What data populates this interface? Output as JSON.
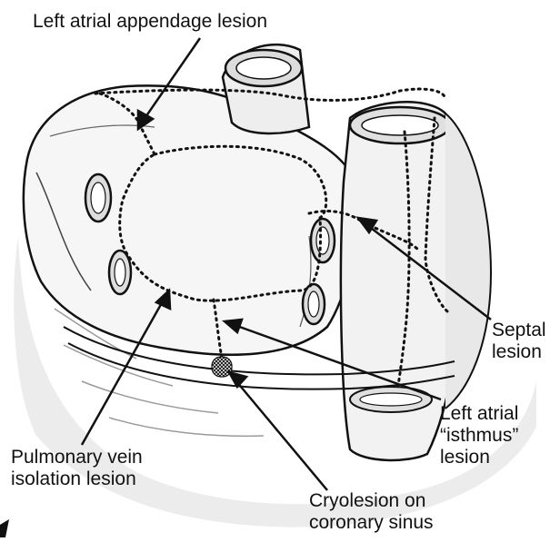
{
  "labels": {
    "left_atrial_appendage": {
      "lines": [
        "Left atrial appendage lesion"
      ]
    },
    "septal": {
      "lines": [
        "Septal",
        "lesion"
      ]
    },
    "left_atrial_isthmus": {
      "lines": [
        "Left atrial",
        "“isthmus”",
        "lesion"
      ]
    },
    "pulmonary_vein_isolation": {
      "lines": [
        "Pulmonary vein",
        "isolation lesion"
      ]
    },
    "cryolesion": {
      "lines": [
        "Cryolesion on",
        "coronary sinus"
      ]
    }
  },
  "colors": {
    "ink": "#111111",
    "shade": "#d9d9d9",
    "tissue": "#f4f4f4",
    "background": "#ffffff"
  }
}
